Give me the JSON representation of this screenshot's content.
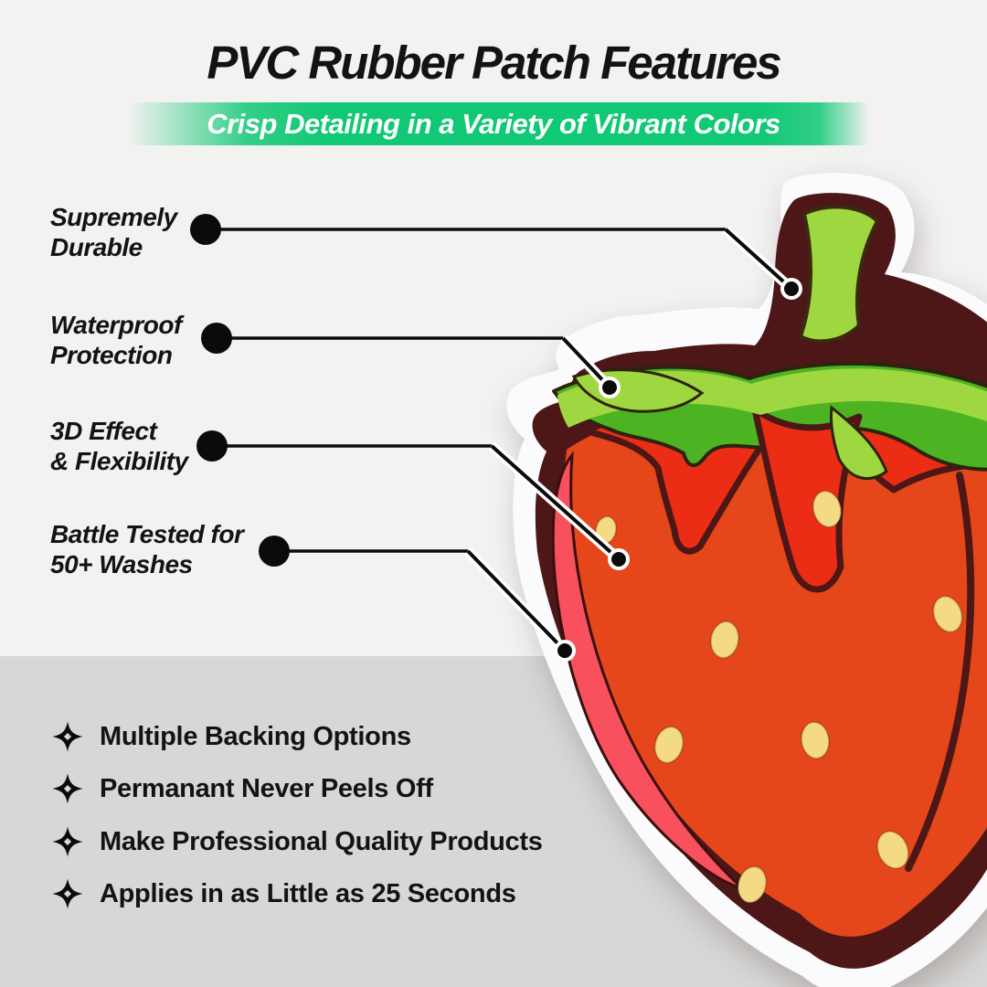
{
  "header": {
    "title": "PVC Rubber Patch Features",
    "subtitle": "Crisp Detailing in a Variety of Vibrant Colors"
  },
  "features": [
    {
      "line1": "Supremely",
      "line2": "Durable"
    },
    {
      "line1": "Waterproof",
      "line2": "Protection"
    },
    {
      "line1": "3D Effect",
      "line2": "& Flexibility"
    },
    {
      "line1": "Battle Tested for",
      "line2": "50+ Washes"
    }
  ],
  "benefits": [
    {
      "label": "Multiple Backing Options"
    },
    {
      "label": "Permanant Never Peels Off"
    },
    {
      "label": "Make Professional Quality Products"
    },
    {
      "label": "Applies in as Little as 25 Seconds"
    }
  ],
  "illustration": {
    "name": "strawberry-pvc-rubber-patch",
    "description": "3D PVC rubber patch of a strawberry with white border, green leaves and stem, red body, yellow seeds"
  },
  "colors": {
    "banner_green": "#11C875",
    "background_top": "#F2F2F1",
    "background_bottom": "#D7D7D5",
    "text_black": "#131313",
    "patch_border_white": "#FBFAFC",
    "patch_maroon": "#4C1716",
    "berry_red": "#E5471A",
    "berry_cap_red": "#EC2D15",
    "berry_pink_highlight": "#F8505C",
    "leaf_dark_green": "#4CB322",
    "leaf_light_green": "#9FD741",
    "seed_yellow": "#F3DA83"
  }
}
